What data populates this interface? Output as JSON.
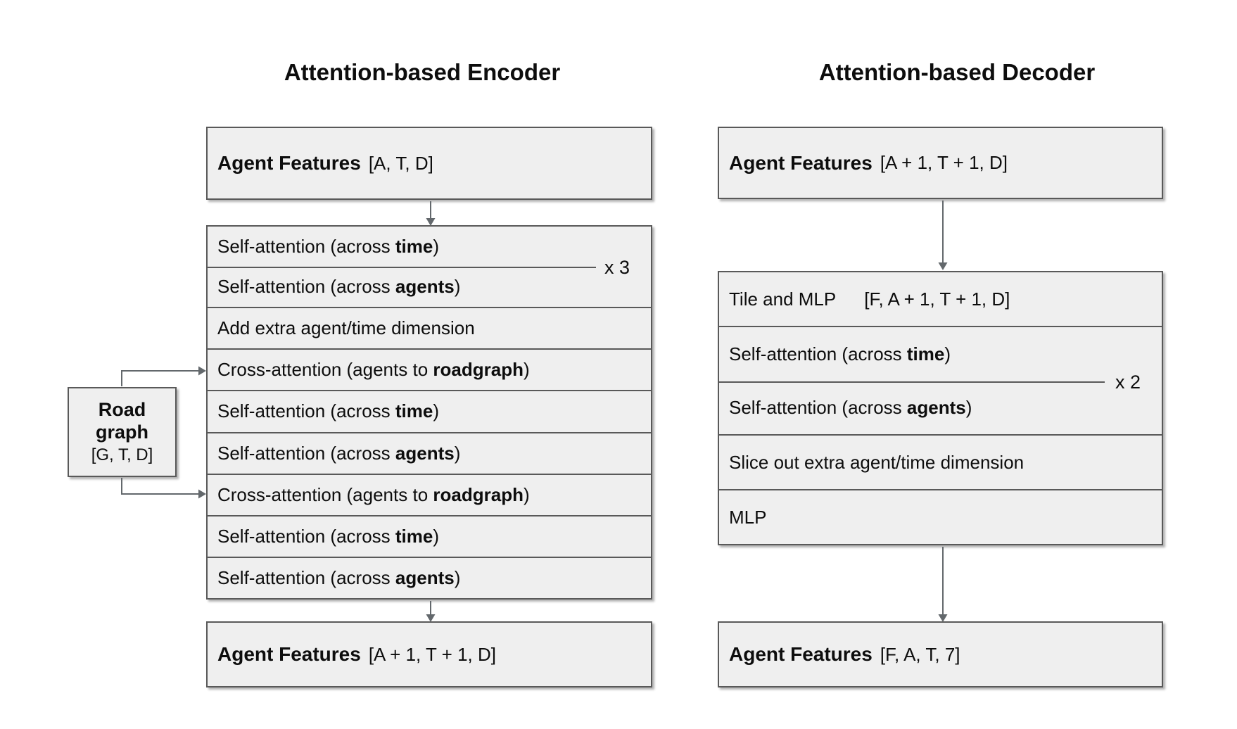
{
  "figure": {
    "encoder": {
      "title": "Attention-based Encoder",
      "input_box": {
        "label": "Agent Features",
        "dims": "[A, T, D]"
      },
      "layers": [
        {
          "pre": "Self-attention (across ",
          "bold": "time",
          "post": ")"
        },
        {
          "pre": "Self-attention (across ",
          "bold": "agents",
          "post": ")"
        },
        {
          "pre": "Add extra agent/time dimension",
          "bold": "",
          "post": ""
        },
        {
          "pre": "Cross-attention (agents to ",
          "bold": "roadgraph",
          "post": ")"
        },
        {
          "pre": "Self-attention (across ",
          "bold": "time",
          "post": ")"
        },
        {
          "pre": "Self-attention (across ",
          "bold": "agents",
          "post": ")"
        },
        {
          "pre": "Cross-attention (agents to ",
          "bold": "roadgraph",
          "post": ")"
        },
        {
          "pre": "Self-attention (across ",
          "bold": "time",
          "post": ")"
        },
        {
          "pre": "Self-attention (across ",
          "bold": "agents",
          "post": ")"
        }
      ],
      "repeat_label": "x 3",
      "output_box": {
        "label": "Agent Features",
        "dims": "[A + 1, T + 1, D]"
      }
    },
    "roadgraph": {
      "title_line1": "Road",
      "title_line2": "graph",
      "dims": "[G, T, D]"
    },
    "decoder": {
      "title": "Attention-based Decoder",
      "input_box": {
        "label": "Agent Features",
        "dims": "[A + 1, T + 1, D]"
      },
      "layers": [
        {
          "pre": "Tile and MLP",
          "bold": "",
          "post": "",
          "dims": "[F, A + 1, T + 1, D]"
        },
        {
          "pre": "Self-attention (across ",
          "bold": "time",
          "post": ")"
        },
        {
          "pre": "Self-attention (across ",
          "bold": "agents",
          "post": ")"
        },
        {
          "pre": "Slice out extra agent/time dimension",
          "bold": "",
          "post": ""
        },
        {
          "pre": "MLP",
          "bold": "",
          "post": ""
        }
      ],
      "repeat_label": "x 2",
      "output_box": {
        "label": "Agent Features",
        "dims": "[F, A, T, 7]"
      }
    },
    "colors": {
      "box_fill": "#efefef",
      "box_border": "#595959",
      "arrow": "#63686c",
      "text": "#0d0d0d"
    }
  }
}
